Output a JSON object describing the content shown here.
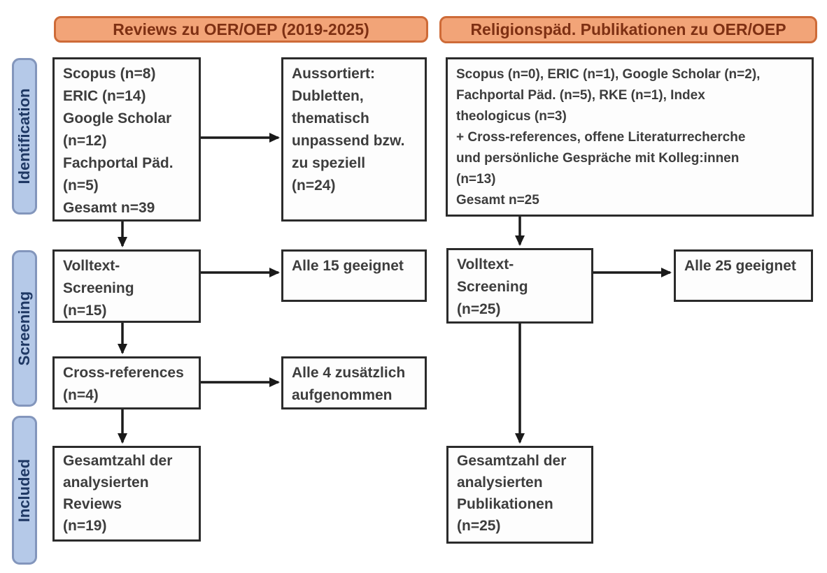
{
  "left_column": {
    "header": "Reviews zu OER/OEP (2019-2025)",
    "identification_box": "Scopus (n=8)\nERIC (n=14)\nGoogle Scholar\n(n=12)\nFachportal Päd.\n(n=5)\nGesamt n=39",
    "aussortiert_box": "Aussortiert:\nDubletten,\nthematisch\nunpassend bzw.\nzu speziell\n(n=24)",
    "volltext_box": "Volltext-\nScreening\n(n=15)",
    "alle_geeignet_box": "Alle 15 geeignet",
    "crossref_box": "Cross-references\n(n=4)",
    "alle_zusatz_box": "Alle 4 zusätzlich\naufgenommen",
    "gesamt_box": "Gesamtzahl der\nanalysierten\nReviews\n(n=19)"
  },
  "right_column": {
    "header": "Religionspäd. Publikationen zu OER/OEP",
    "identification_box": "Scopus (n=0), ERIC (n=1), Google Scholar (n=2),\nFachportal Päd. (n=5), RKE (n=1), Index\ntheologicus (n=3)\n+ Cross-references, offene Literaturrecherche\nund persönliche Gespräche mit Kolleg:innen\n(n=13)\nGesamt n=25",
    "volltext_box": "Volltext-\nScreening\n(n=25)",
    "alle_geeignet_box": "Alle 25 geeignet",
    "gesamt_box": "Gesamtzahl der\nanalysierten\nPublikationen\n(n=25)"
  },
  "stages": {
    "identification": "Identification",
    "screening": "Screening",
    "included": "Included"
  },
  "colors": {
    "header_fill": "#F2A478",
    "header_border": "#CE6B38",
    "header_text": "#7E3013",
    "stage_fill": "#B5C9E8",
    "stage_border": "#8396BC",
    "stage_text": "#1F3864",
    "box_background": "#FDFDFD",
    "box_border": "#2B2B2B",
    "box_text": "#3D3D3D",
    "arrow": "#1A1A1A"
  }
}
